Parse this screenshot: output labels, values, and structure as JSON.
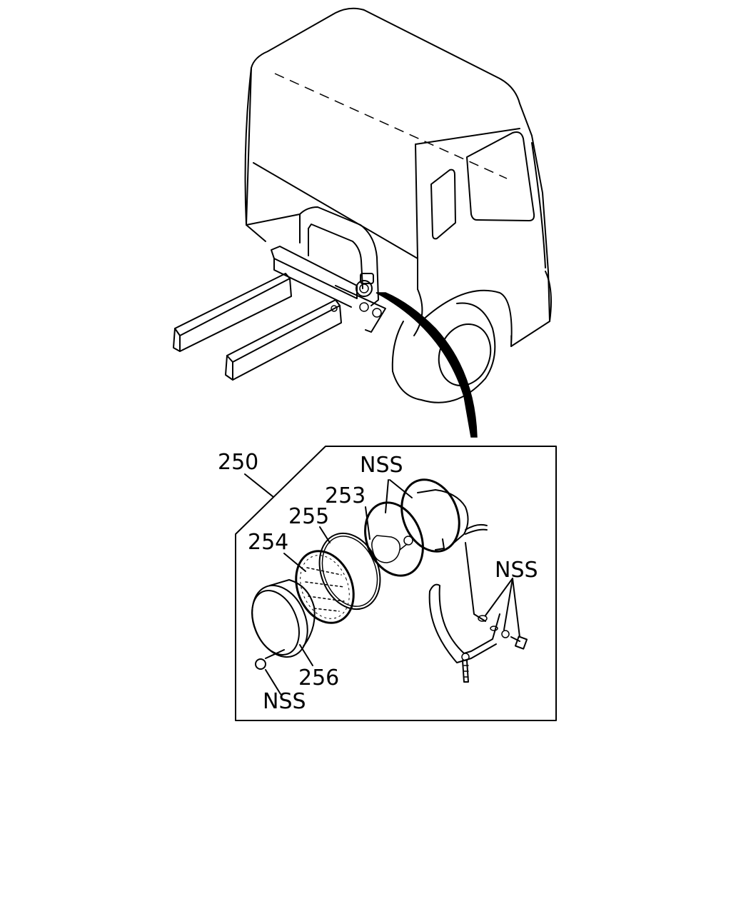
{
  "callouts": {
    "assembly": "250",
    "bulb": "253",
    "lens": "254",
    "gasket": "255",
    "rim": "256",
    "nss_housing": "NSS",
    "nss_bracket": "NSS",
    "nss_screw": "NSS"
  }
}
